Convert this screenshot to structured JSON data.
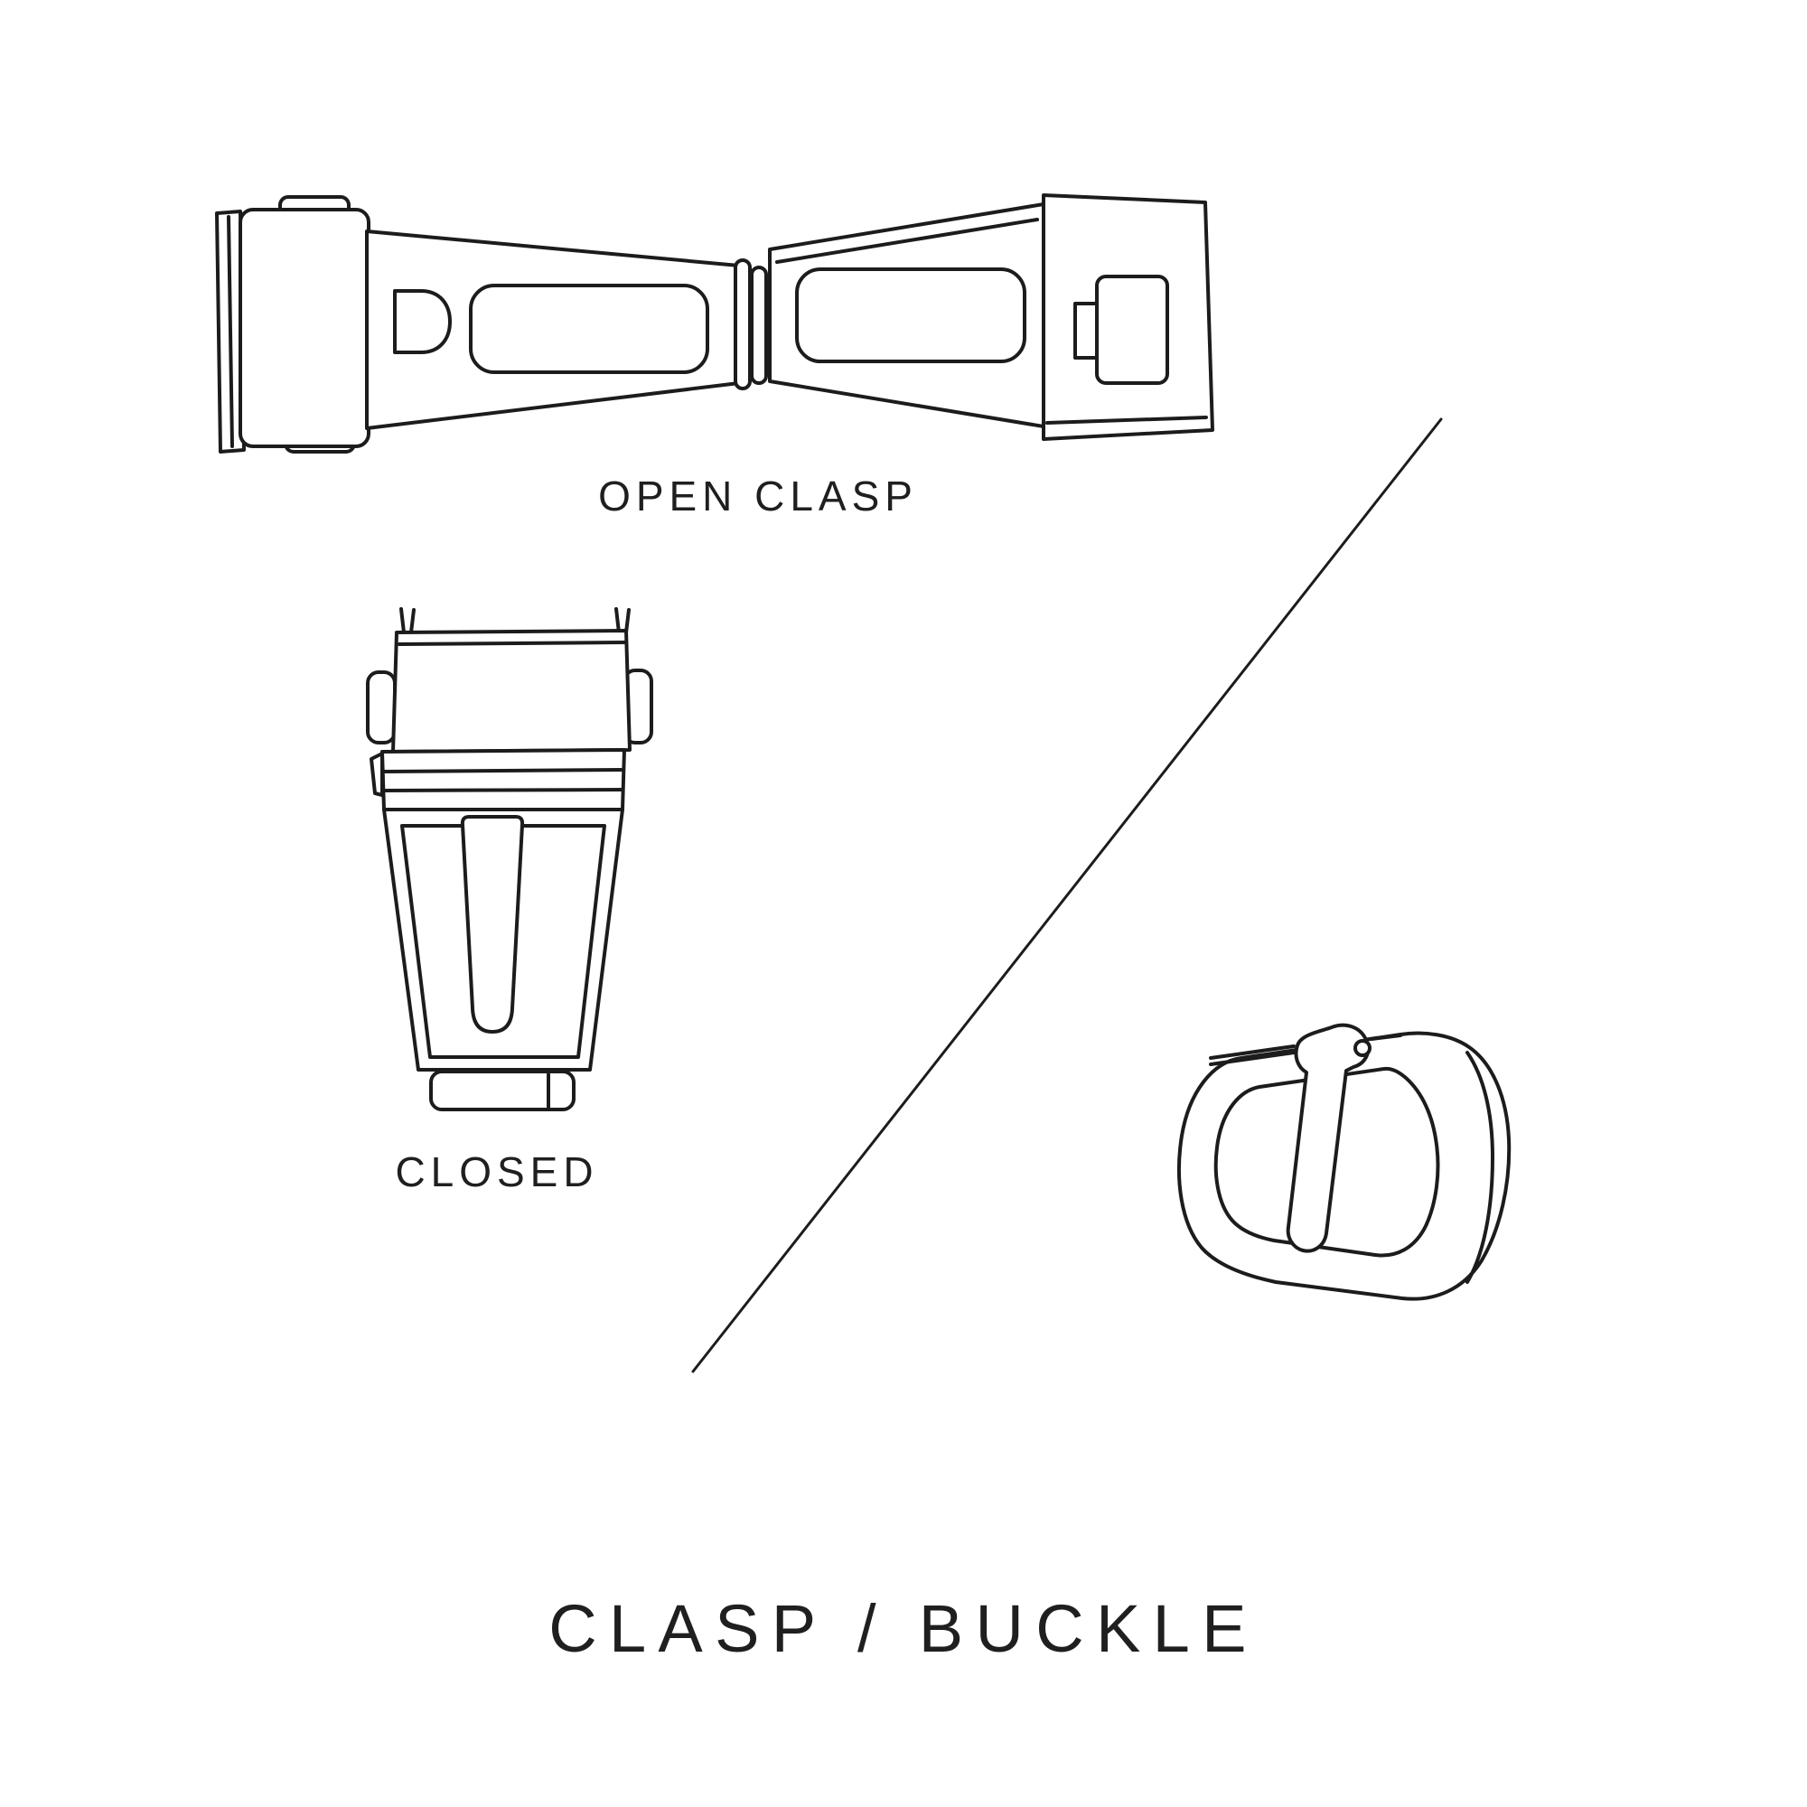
{
  "diagram": {
    "title": "CLASP / BUCKLE",
    "sections": {
      "open_clasp_label": "OPEN CLASP",
      "closed_label": "CLOSED"
    },
    "colors": {
      "background": "#ffffff",
      "ink": "#1c1c1c"
    },
    "icons": {
      "open_clasp": "open-clasp-illustration",
      "closed_clasp": "closed-clasp-illustration",
      "buckle": "tang-buckle-illustration",
      "divider": "divider-line"
    }
  }
}
